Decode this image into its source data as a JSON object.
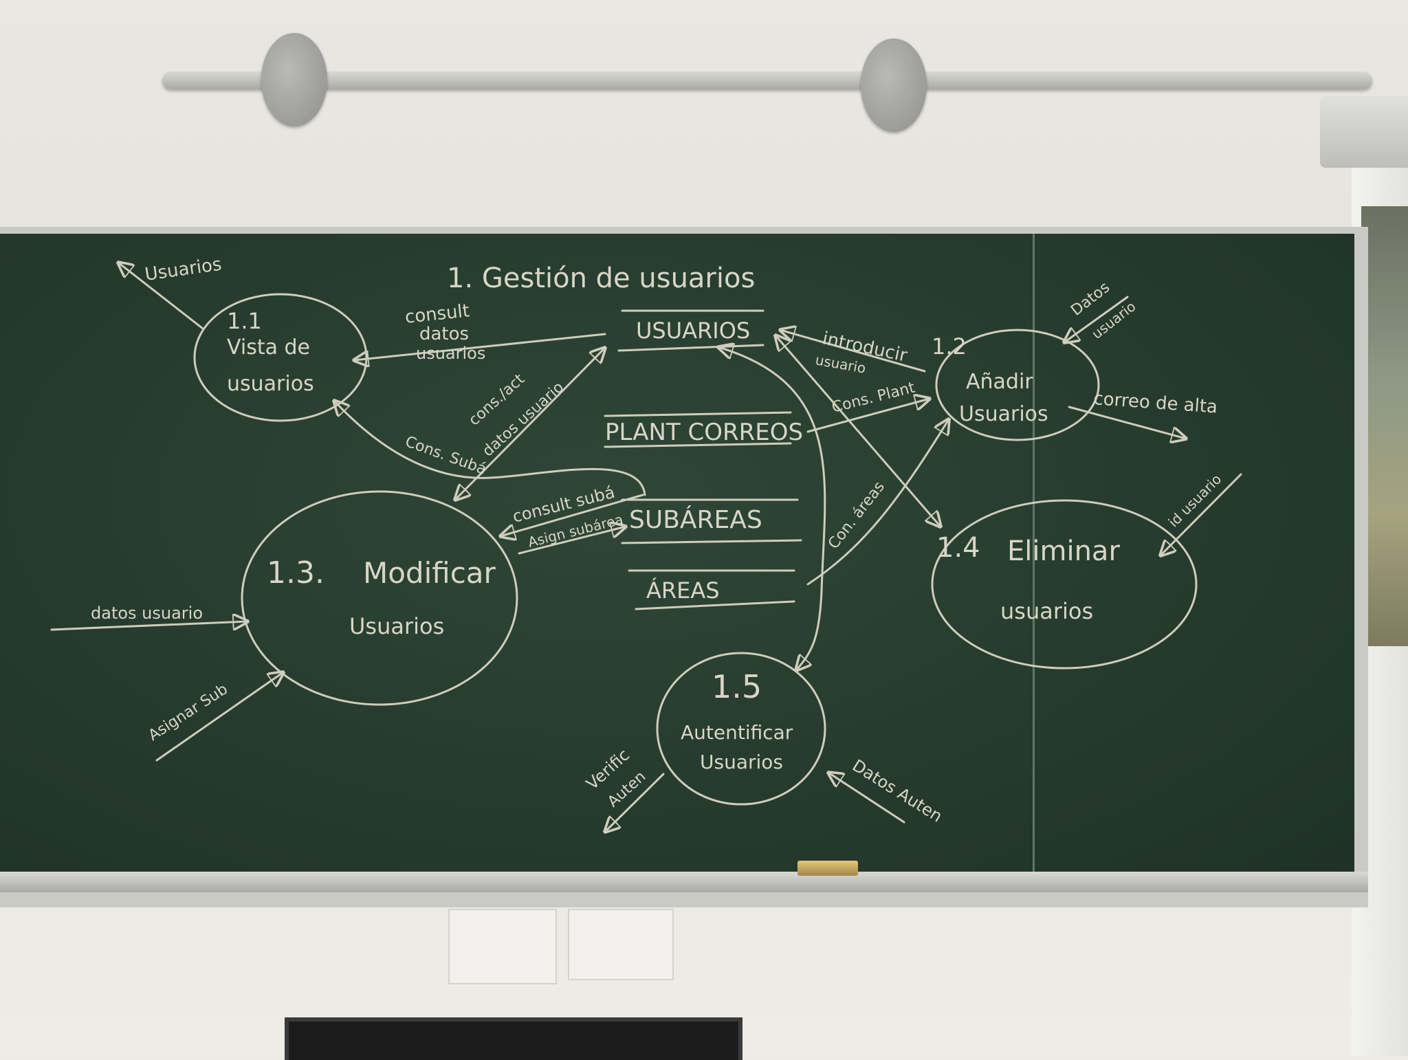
{
  "title": "1. Gestión de usuarios",
  "processes": [
    {
      "number": "1.1",
      "line1": "Vista de",
      "line2": "usuarios"
    },
    {
      "number": "1.2",
      "line1": "Añadir",
      "line2": "Usuarios"
    },
    {
      "number": "1.3.",
      "line1": "Modificar",
      "line2": "Usuarios"
    },
    {
      "number": "1.4",
      "line1": "Eliminar",
      "line2": "usuarios"
    },
    {
      "number": "1.5",
      "line1": "Autentificar",
      "line2": "Usuarios"
    }
  ],
  "stores": [
    "USUARIOS",
    "PLANT CORREOS",
    "SUBÁREAS",
    "ÁREAS"
  ],
  "flows": {
    "usuarios_out": "Usuarios",
    "consult_datos": "consult",
    "consult_datos2": "datos",
    "consult_datos3": "usuarios",
    "introducir": "introducir",
    "introducir2": "usuario",
    "datos_usuario_in": "Datos",
    "datos_usuario_in2": "usuario",
    "cons_plant": "Cons. Plant",
    "correo_alta": "correo de alta",
    "cons_act": "cons./act",
    "cons_act2": "datos usuario",
    "cons_subarea": "Cons. Subá",
    "consult_suba": "consult subá",
    "asign_subarea": "Asign subárea",
    "datos_usuario": "datos usuario",
    "asignar_sub": "Asignar Sub",
    "con_areas": "Con. áreas",
    "id_usuario": "id usuario",
    "verific_auten": "Verific",
    "verific_auten2": "Auten",
    "datos_auten": "Datos Auten"
  }
}
